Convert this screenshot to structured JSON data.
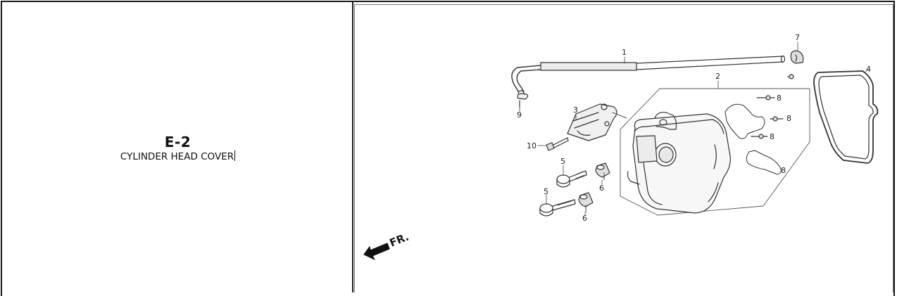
{
  "section": {
    "code": "E-2",
    "name": "CYLINDER HEAD COVER"
  },
  "diagram": {
    "direction_label": "FR.",
    "callouts": [
      "1",
      "2",
      "3",
      "4",
      "5",
      "5",
      "6",
      "6",
      "7",
      "8",
      "8",
      "8",
      "8",
      "9",
      "10"
    ]
  }
}
